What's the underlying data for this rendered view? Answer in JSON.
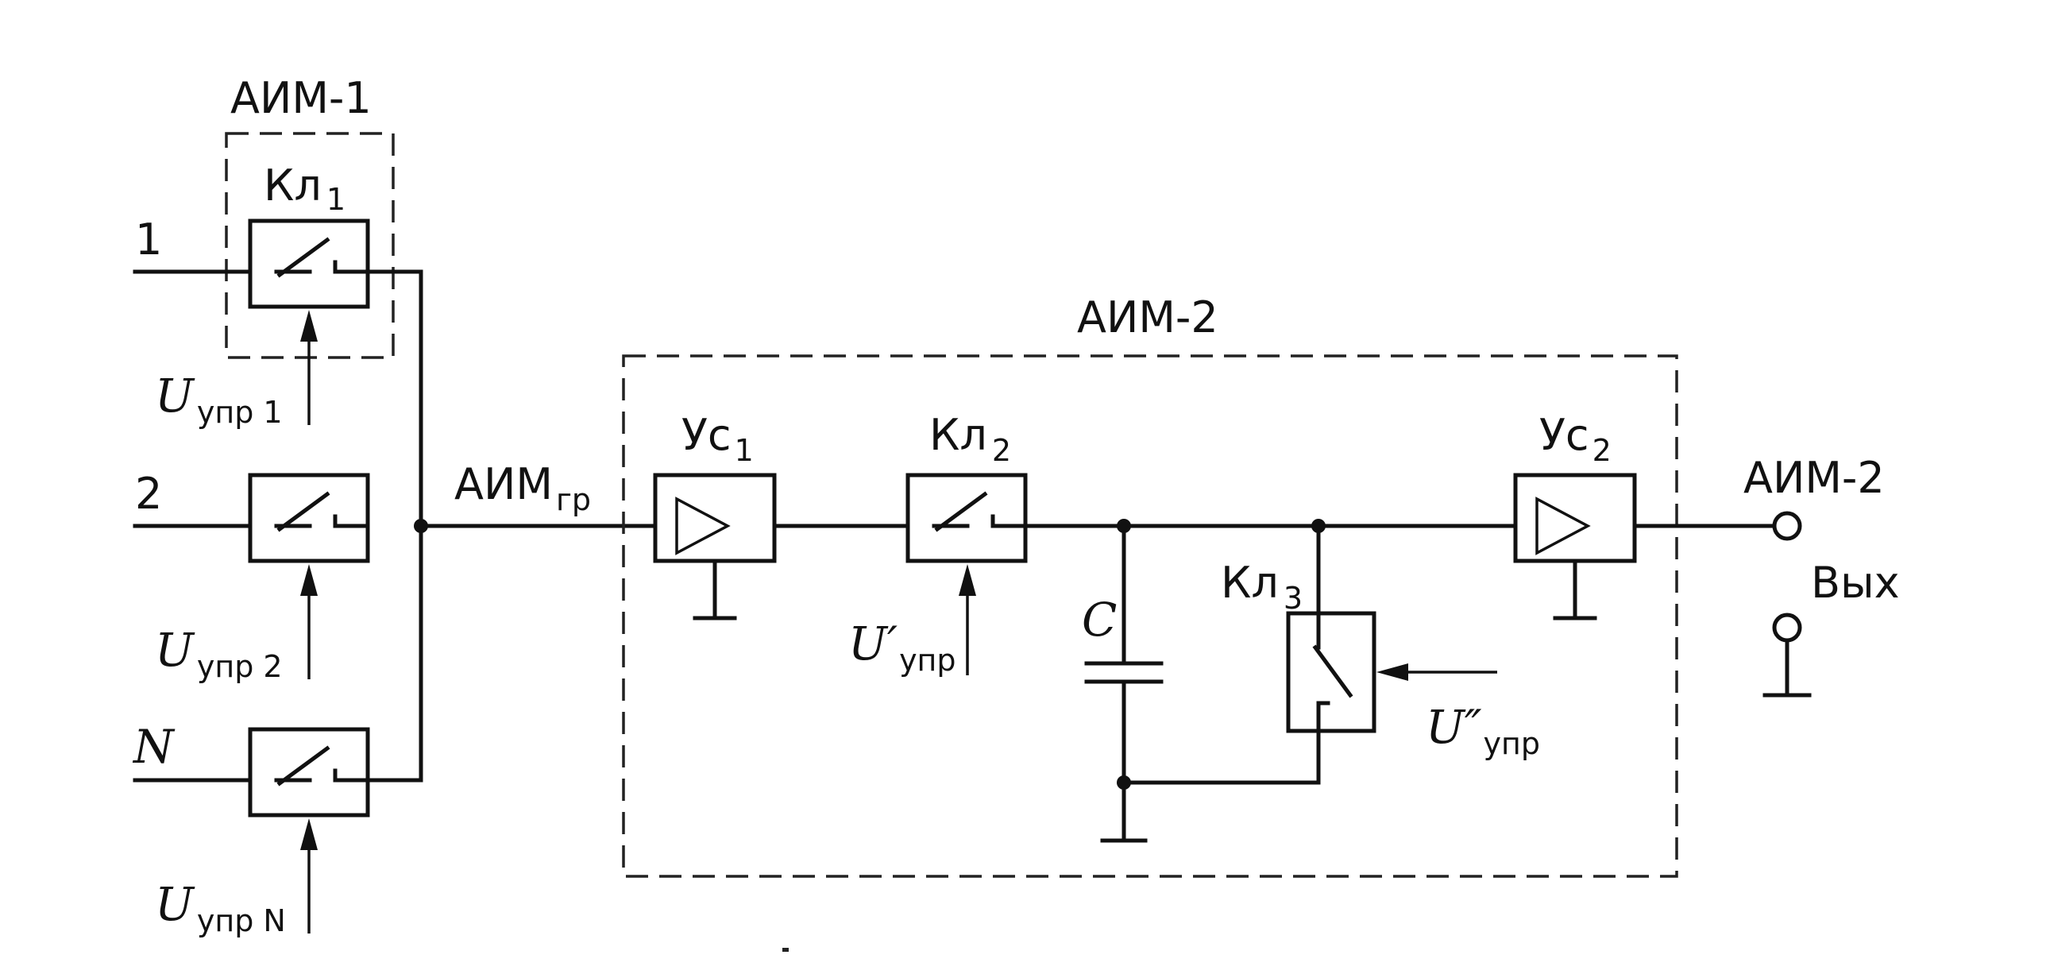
{
  "labels": {
    "aim1_title": "АИМ-1",
    "aim2_title": "АИМ-2",
    "kl1": "Кл",
    "kl1_sub": "1",
    "kl2": "Кл",
    "kl2_sub": "2",
    "kl3": "Кл",
    "kl3_sub": "3",
    "us1": "Ус",
    "us1_sub": "1",
    "us2": "Ус",
    "us2_sub": "2",
    "input_1": "1",
    "input_2": "2",
    "input_n": "N",
    "u": "U",
    "u_sub_1": "упр 1",
    "u_sub_2": "упр 2",
    "u_sub_n": "упр N",
    "u_prime": "U′",
    "u_prime_sub": "упр",
    "u_dprime": "U″",
    "u_dprime_sub": "упр",
    "aim_gr": "АИМ",
    "aim_gr_sub": "гр",
    "capacitor": "C",
    "out_label": "АИМ-2",
    "out_vyh": "Вых"
  }
}
